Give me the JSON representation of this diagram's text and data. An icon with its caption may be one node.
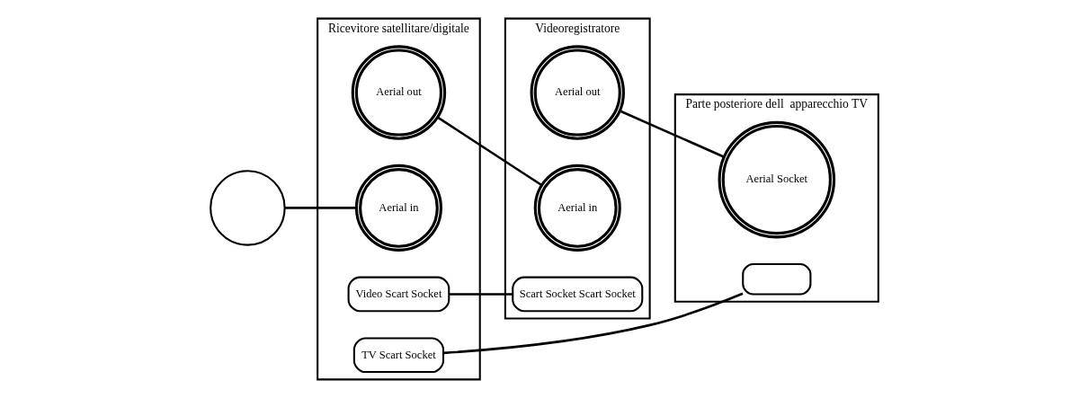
{
  "diagram": {
    "nodes": [
      {
        "text": [],
        "shape": "circle"
      },
      {
        "text": [
          "Ricevitore satellitare/digitale"
        ]
      },
      {
        "text": [
          "Aerial out"
        ],
        "in": 1
      },
      {
        "text": [
          "Aerial in"
        ],
        "in": 1
      },
      {
        "text": [
          "TV Scart Socket"
        ],
        "in": 1
      },
      {
        "text": [
          "Video Scart Socket"
        ],
        "in": 1
      },
      {
        "text": [
          "Videoregistratore"
        ]
      },
      {
        "text": [
          "Aerial out"
        ],
        "in": 6
      },
      {
        "text": [
          "Aerial in"
        ],
        "in": 6
      },
      {
        "text": [
          "Scart Socket Scart Socket"
        ],
        "in": 6
      },
      {
        "text": [
          "Parte posteriore dell  apparecchio TV"
        ]
      },
      {
        "text": [
          "Aerial Socket"
        ],
        "in": 10
      },
      {
        "text": [],
        "shape": "box",
        "in": 10
      }
    ],
    "edges": [
      {
        "from": 0,
        "to": 3,
        "arrow": "none"
      },
      {
        "from": 2,
        "to": 8,
        "arrow": "none"
      },
      {
        "from": 7,
        "to": 11,
        "arrow": "none"
      },
      {
        "from": 4,
        "to": 12,
        "arrow": "none"
      },
      {
        "from": 5,
        "to": 9,
        "arrow": "none"
      }
    ]
  }
}
